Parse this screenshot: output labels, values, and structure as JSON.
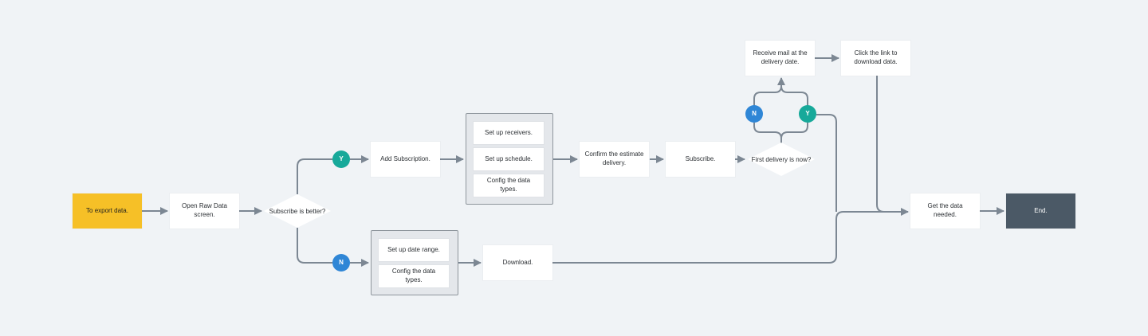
{
  "colors": {
    "background": "#f0f3f6",
    "start_fill": "#f6c027",
    "end_fill": "#4b5966",
    "connector": "#7c8793",
    "badge_yes": "#17a99a",
    "badge_no": "#2f86d6",
    "group_fill": "#e4e7eb",
    "group_border": "#8f969d"
  },
  "start": {
    "label": "To export data."
  },
  "open_raw": {
    "label": "Open Raw Data screen."
  },
  "decision_subscribe": {
    "label": "Subscribe is better?"
  },
  "badges": {
    "subscribe_yes": "Y",
    "subscribe_no": "N",
    "delivery_no": "N",
    "delivery_yes": "Y"
  },
  "add_subscription": {
    "label": "Add Subscription."
  },
  "subscription_setup": {
    "items": [
      "Set up receivers.",
      "Set up schedule.",
      "Config the data types."
    ]
  },
  "confirm_delivery": {
    "label": "Confirm the estimate delivery."
  },
  "subscribe": {
    "label": "Subscribe."
  },
  "decision_delivery": {
    "label": "First delivery is now?"
  },
  "receive_mail": {
    "label": "Receive mail at the delivery date."
  },
  "click_link": {
    "label": "Click the link to download data."
  },
  "download_setup": {
    "items": [
      "Set up date range.",
      "Config the data types."
    ]
  },
  "download": {
    "label": "Download."
  },
  "get_data": {
    "label": "Get the data needed."
  },
  "end": {
    "label": "End."
  }
}
